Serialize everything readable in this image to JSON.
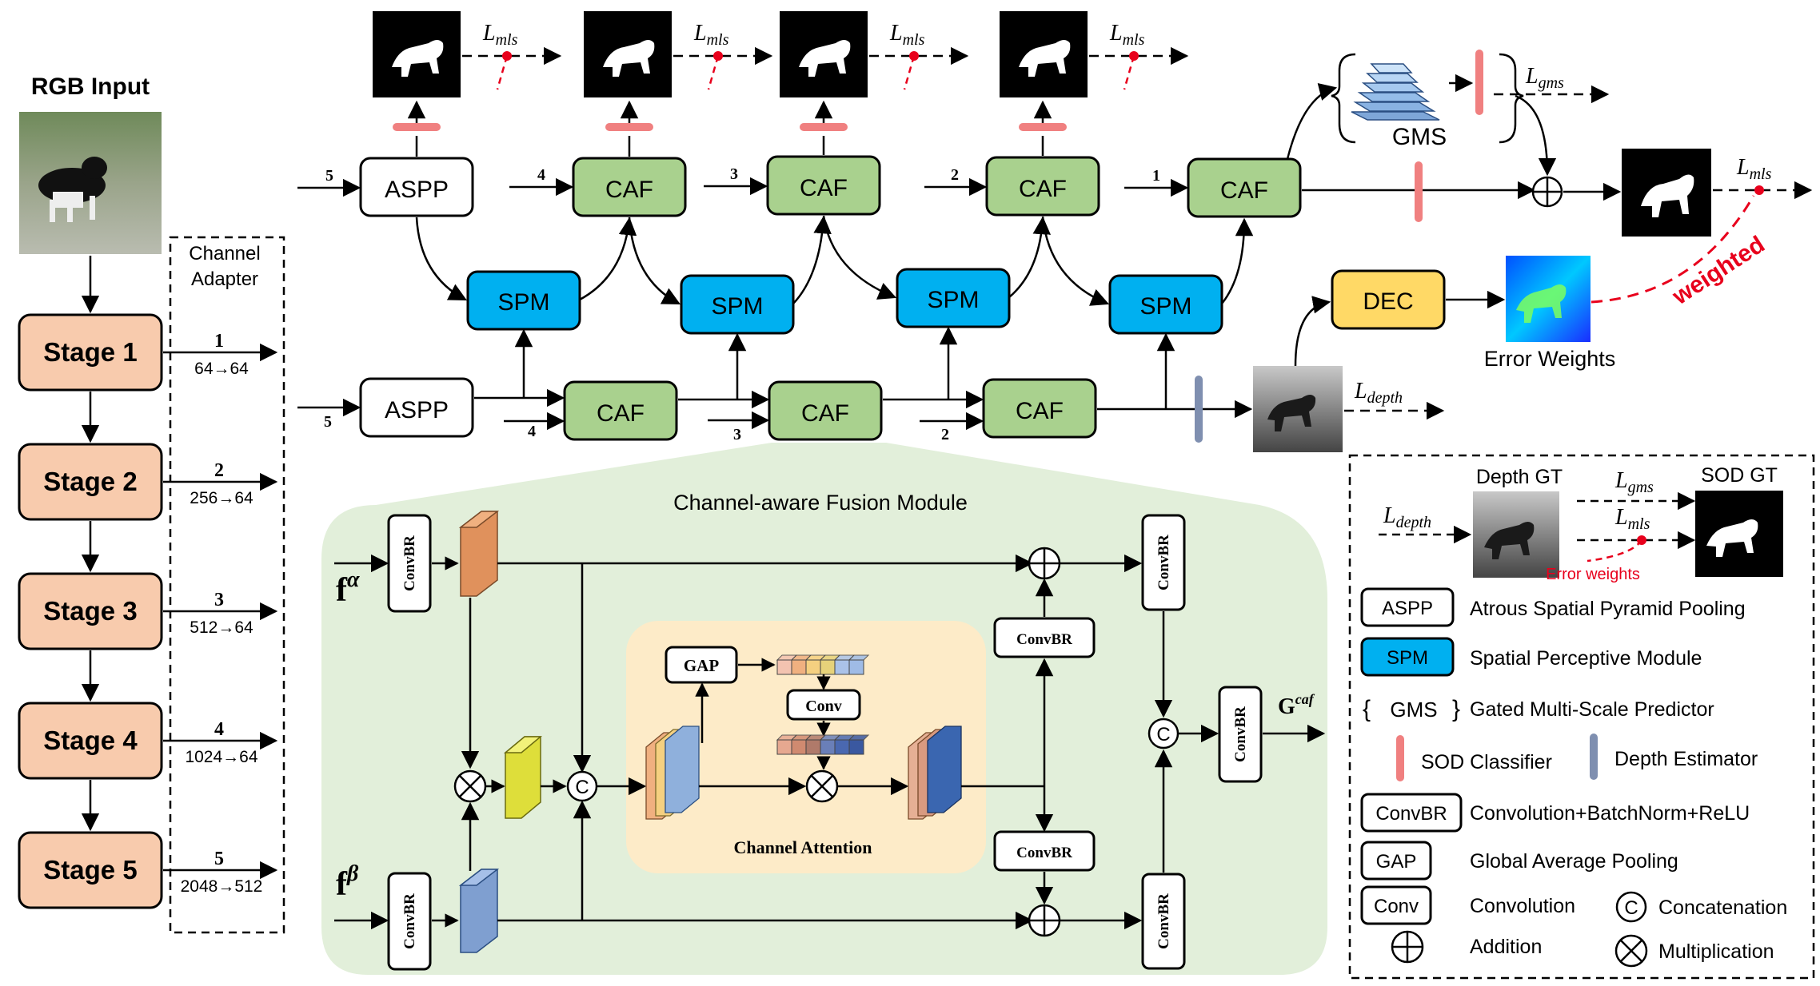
{
  "input": {
    "label": "RGB Input"
  },
  "stages": [
    "Stage 1",
    "Stage 2",
    "Stage 3",
    "Stage 4",
    "Stage 5"
  ],
  "channel_adapter": {
    "title1": "Channel",
    "title2": "Adapter",
    "items": [
      {
        "num": "1",
        "ch": "64→64"
      },
      {
        "num": "2",
        "ch": "256→64"
      },
      {
        "num": "3",
        "ch": "512→64"
      },
      {
        "num": "4",
        "ch": "1024→64"
      },
      {
        "num": "5",
        "ch": "2048→512"
      }
    ]
  },
  "blocks": {
    "aspp": "ASPP",
    "caf": "CAF",
    "spm": "SPM",
    "dec": "DEC",
    "gms": "GMS"
  },
  "level_nums": {
    "top": [
      "5",
      "4",
      "3",
      "2",
      "1"
    ],
    "bottom": [
      "5",
      "4",
      "3",
      "2"
    ]
  },
  "loss_labels": {
    "mls": "L",
    "mls_sub": "mls",
    "gms": "L",
    "gms_sub": "gms",
    "depth": "L",
    "depth_sub": "depth"
  },
  "error_weights": "Error Weights",
  "weighted": "weighted",
  "caf_module": {
    "title": "Channel-aware Fusion Module",
    "attention_title": "Channel Attention",
    "convbr": "ConvBR",
    "gap": "GAP",
    "conv": "Conv",
    "concat": "C",
    "f_alpha": "f",
    "f_alpha_sup": "α",
    "f_beta": "f",
    "f_beta_sup": "β",
    "g_out": "G",
    "g_out_sup": "caf"
  },
  "legend": {
    "depth_gt": "Depth GT",
    "sod_gt": "SOD GT",
    "error_weights": "Error weights",
    "items": [
      {
        "key": "ASPP",
        "desc": "Atrous Spatial Pyramid Pooling"
      },
      {
        "key": "SPM",
        "desc": "Spatial Perceptive Module"
      },
      {
        "key": "GMS",
        "desc": "Gated Multi-Scale Predictor"
      },
      {
        "key": "",
        "desc": "SOD Classifier"
      },
      {
        "key": "",
        "desc": "Depth Estimator"
      },
      {
        "key": "ConvBR",
        "desc": "Convolution+BatchNorm+ReLU"
      },
      {
        "key": "GAP",
        "desc": "Global Average Pooling"
      },
      {
        "key": "Conv",
        "desc": "Convolution"
      },
      {
        "key": "C",
        "desc": "Concatenation"
      },
      {
        "key": "",
        "desc": "Addition"
      },
      {
        "key": "",
        "desc": "Multiplication"
      }
    ]
  },
  "colors": {
    "stage_fill": "#f8cbad",
    "caf_fill": "#a9d18e",
    "spm_fill": "#00b0f0",
    "dec_fill": "#ffd966",
    "sod_classifier": "#f08080",
    "depth_estimator": "#7f8fb0",
    "loss_red": "#e8001c",
    "module_bg": "#e2efda",
    "attention_bg": "#fdebc8"
  }
}
